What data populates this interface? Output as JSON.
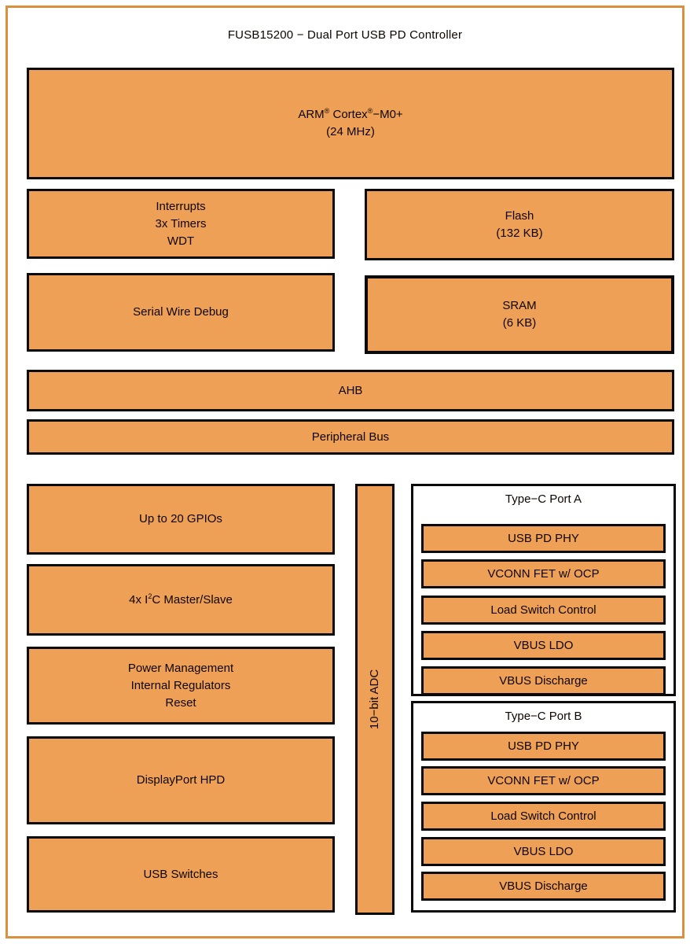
{
  "title": "FUSB15200 − Dual Port USB PD Controller",
  "colors": {
    "block_fill": "#efa057",
    "block_border": "#0a0a0a",
    "frame_border": "#db9040",
    "port_background": "#ffffff"
  },
  "cpu": {
    "name_pre": "ARM",
    "reg_mark": "®",
    "name_mid": " Cortex",
    "name_post": "−M0+",
    "freq": "(24 MHz)"
  },
  "interrupts": {
    "lines": [
      "Interrupts",
      "3x Timers",
      "WDT"
    ]
  },
  "flash": {
    "line1": "Flash",
    "line2": "(132 KB)"
  },
  "swd": {
    "label": "Serial Wire Debug"
  },
  "sram": {
    "line1": "SRAM",
    "line2": "(6 KB)"
  },
  "ahb": {
    "label": "AHB"
  },
  "peripheral_bus": {
    "label": "Peripheral Bus"
  },
  "gpio": {
    "label": "Up to 20 GPIOs"
  },
  "i2c": {
    "pre": "4x I",
    "sup": "2",
    "post": "C Master/Slave"
  },
  "power": {
    "lines": [
      "Power Management",
      "Internal Regulators",
      "Reset"
    ]
  },
  "displayport": {
    "label": "DisplayPort HPD"
  },
  "usb_switches": {
    "label": "USB Switches"
  },
  "adc": {
    "label": "10−bit ADC"
  },
  "ports": [
    {
      "title": "Type−C Port A",
      "items": [
        "USB PD PHY",
        "VCONN FET w/ OCP",
        "Load Switch Control",
        "VBUS LDO",
        "VBUS Discharge"
      ]
    },
    {
      "title": "Type−C Port B",
      "items": [
        "USB PD PHY",
        "VCONN FET w/ OCP",
        "Load Switch Control",
        "VBUS LDO",
        "VBUS Discharge"
      ]
    }
  ]
}
